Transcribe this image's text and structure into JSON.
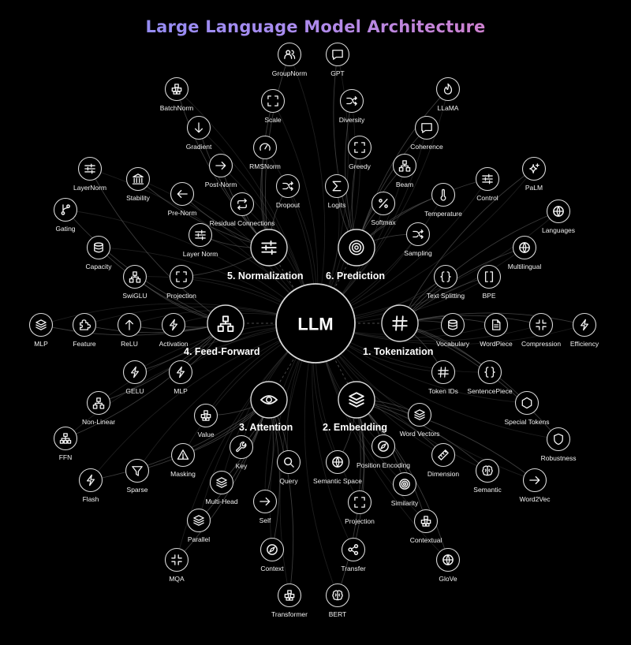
{
  "title": "Large Language Model Architecture",
  "hub": {
    "label": "LLM"
  },
  "categories": [
    {
      "id": "tokenization",
      "label": "1. Tokenization",
      "icon": "hash-icon"
    },
    {
      "id": "embedding",
      "label": "2. Embedding",
      "icon": "layers-icon"
    },
    {
      "id": "attention",
      "label": "3. Attention",
      "icon": "eye-icon"
    },
    {
      "id": "feedforward",
      "label": "4. Feed-Forward",
      "icon": "network-icon"
    },
    {
      "id": "normalization",
      "label": "5. Normalization",
      "icon": "sliders-icon"
    },
    {
      "id": "prediction",
      "label": "6. Prediction",
      "icon": "target-icon"
    }
  ],
  "nodes": [
    {
      "label": "GroupNorm",
      "icon": "users-icon"
    },
    {
      "label": "GPT",
      "icon": "chat-icon"
    },
    {
      "label": "BatchNorm",
      "icon": "boxes-icon"
    },
    {
      "label": "Scale",
      "icon": "scan-icon"
    },
    {
      "label": "Diversity",
      "icon": "shuffle-icon"
    },
    {
      "label": "LLaMA",
      "icon": "flame-icon"
    },
    {
      "label": "Gradient",
      "icon": "arrow-down-icon"
    },
    {
      "label": "Coherence",
      "icon": "chat-icon"
    },
    {
      "label": "RMSNorm",
      "icon": "gauge-icon"
    },
    {
      "label": "Greedy",
      "icon": "scan-icon"
    },
    {
      "label": "Post-Norm",
      "icon": "arrow-right-icon"
    },
    {
      "label": "Beam",
      "icon": "network-icon"
    },
    {
      "label": "PaLM",
      "icon": "sparkle-icon"
    },
    {
      "label": "LayerNorm",
      "icon": "sliders-icon"
    },
    {
      "label": "Stability",
      "icon": "bank-icon"
    },
    {
      "label": "Dropout",
      "icon": "shuffle-icon"
    },
    {
      "label": "Logits",
      "icon": "sigma-icon"
    },
    {
      "label": "Control",
      "icon": "sliders-icon"
    },
    {
      "label": "Pre-Norm",
      "icon": "arrow-left-icon"
    },
    {
      "label": "Temperature",
      "icon": "thermometer-icon"
    },
    {
      "label": "Softmax",
      "icon": "percent-icon"
    },
    {
      "label": "Gating",
      "icon": "branch-icon"
    },
    {
      "label": "Residual Connections",
      "icon": "repeat-icon"
    },
    {
      "label": "Languages",
      "icon": "globe-icon"
    },
    {
      "label": "Sampling",
      "icon": "shuffle-icon"
    },
    {
      "label": "Capacity",
      "icon": "database-icon"
    },
    {
      "label": "Layer Norm",
      "icon": "sliders-icon"
    },
    {
      "label": "Multilingual",
      "icon": "globe-icon"
    },
    {
      "label": "SwiGLU",
      "icon": "network-icon"
    },
    {
      "label": "Projection",
      "icon": "scan-icon"
    },
    {
      "label": "Text Splitting",
      "icon": "braces-icon"
    },
    {
      "label": "BPE",
      "icon": "brackets-icon"
    },
    {
      "label": "MLP",
      "icon": "layers-icon"
    },
    {
      "label": "Feature",
      "icon": "puzzle-icon"
    },
    {
      "label": "ReLU",
      "icon": "arrow-up-icon"
    },
    {
      "label": "Activation",
      "icon": "zap-icon"
    },
    {
      "label": "Vocabulary",
      "icon": "database-icon"
    },
    {
      "label": "WordPiece",
      "icon": "document-icon"
    },
    {
      "label": "Compression",
      "icon": "shrink-icon"
    },
    {
      "label": "Efficiency",
      "icon": "zap-icon"
    },
    {
      "label": "GELU",
      "icon": "zap-icon"
    },
    {
      "label": "MLP",
      "icon": "zap-icon"
    },
    {
      "label": "Token IDs",
      "icon": "hash-icon"
    },
    {
      "label": "SentencePiece",
      "icon": "braces-icon"
    },
    {
      "label": "Non-Linear",
      "icon": "network-icon"
    },
    {
      "label": "Special Tokens",
      "icon": "hexagon-icon"
    },
    {
      "label": "Value",
      "icon": "boxes-icon"
    },
    {
      "label": "Word Vectors",
      "icon": "layers-icon"
    },
    {
      "label": "FFN",
      "icon": "hierarchy-icon"
    },
    {
      "label": "Robustness",
      "icon": "shield-icon"
    },
    {
      "label": "Key",
      "icon": "wrench-icon"
    },
    {
      "label": "Position Encoding",
      "icon": "compass-icon"
    },
    {
      "label": "Masking",
      "icon": "warning-icon"
    },
    {
      "label": "Query",
      "icon": "search-icon"
    },
    {
      "label": "Semantic Space",
      "icon": "globe-icon"
    },
    {
      "label": "Dimension",
      "icon": "ruler-icon"
    },
    {
      "label": "Semantic",
      "icon": "brain-icon"
    },
    {
      "label": "Flash",
      "icon": "zap-icon"
    },
    {
      "label": "Sparse",
      "icon": "filter-icon"
    },
    {
      "label": "Word2Vec",
      "icon": "arrow-right-icon"
    },
    {
      "label": "Multi-Head",
      "icon": "layers-icon"
    },
    {
      "label": "Similarity",
      "icon": "target-icon"
    },
    {
      "label": "Self",
      "icon": "arrow-right-icon"
    },
    {
      "label": "Projection",
      "icon": "scan-icon"
    },
    {
      "label": "Parallel",
      "icon": "layers-icon"
    },
    {
      "label": "Contextual",
      "icon": "boxes-icon"
    },
    {
      "label": "Context",
      "icon": "compass-icon"
    },
    {
      "label": "Transfer",
      "icon": "share-icon"
    },
    {
      "label": "MQA",
      "icon": "shrink-icon"
    },
    {
      "label": "GloVe",
      "icon": "globe-icon"
    },
    {
      "label": "Transformer",
      "icon": "boxes-icon"
    },
    {
      "label": "BERT",
      "icon": "brain-icon"
    }
  ]
}
